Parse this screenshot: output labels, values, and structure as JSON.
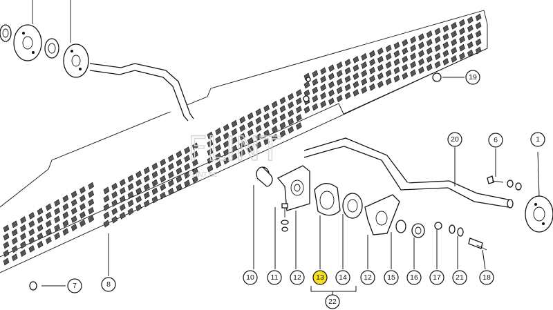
{
  "watermark": {
    "logo": "FLINT",
    "sub": "FLINT.EE"
  },
  "callouts": [
    {
      "id": "c1",
      "label": "1",
      "highlight": false
    },
    {
      "id": "c6",
      "label": "6",
      "highlight": false
    },
    {
      "id": "c7",
      "label": "7",
      "highlight": false
    },
    {
      "id": "c8",
      "label": "8",
      "highlight": false
    },
    {
      "id": "c10",
      "label": "10",
      "highlight": false
    },
    {
      "id": "c11",
      "label": "11",
      "highlight": false
    },
    {
      "id": "c12a",
      "label": "12",
      "highlight": false
    },
    {
      "id": "c13",
      "label": "13",
      "highlight": true,
      "highlight_color": "#f7e11d"
    },
    {
      "id": "c14",
      "label": "14",
      "highlight": false
    },
    {
      "id": "c12b",
      "label": "12",
      "highlight": false
    },
    {
      "id": "c15",
      "label": "15",
      "highlight": false
    },
    {
      "id": "c16",
      "label": "16",
      "highlight": false
    },
    {
      "id": "c17",
      "label": "17",
      "highlight": false
    },
    {
      "id": "c21",
      "label": "21",
      "highlight": false
    },
    {
      "id": "c18",
      "label": "18",
      "highlight": false
    },
    {
      "id": "c19",
      "label": "19",
      "highlight": false
    },
    {
      "id": "c20",
      "label": "20",
      "highlight": false
    }
  ],
  "group_label": {
    "label": "22"
  }
}
